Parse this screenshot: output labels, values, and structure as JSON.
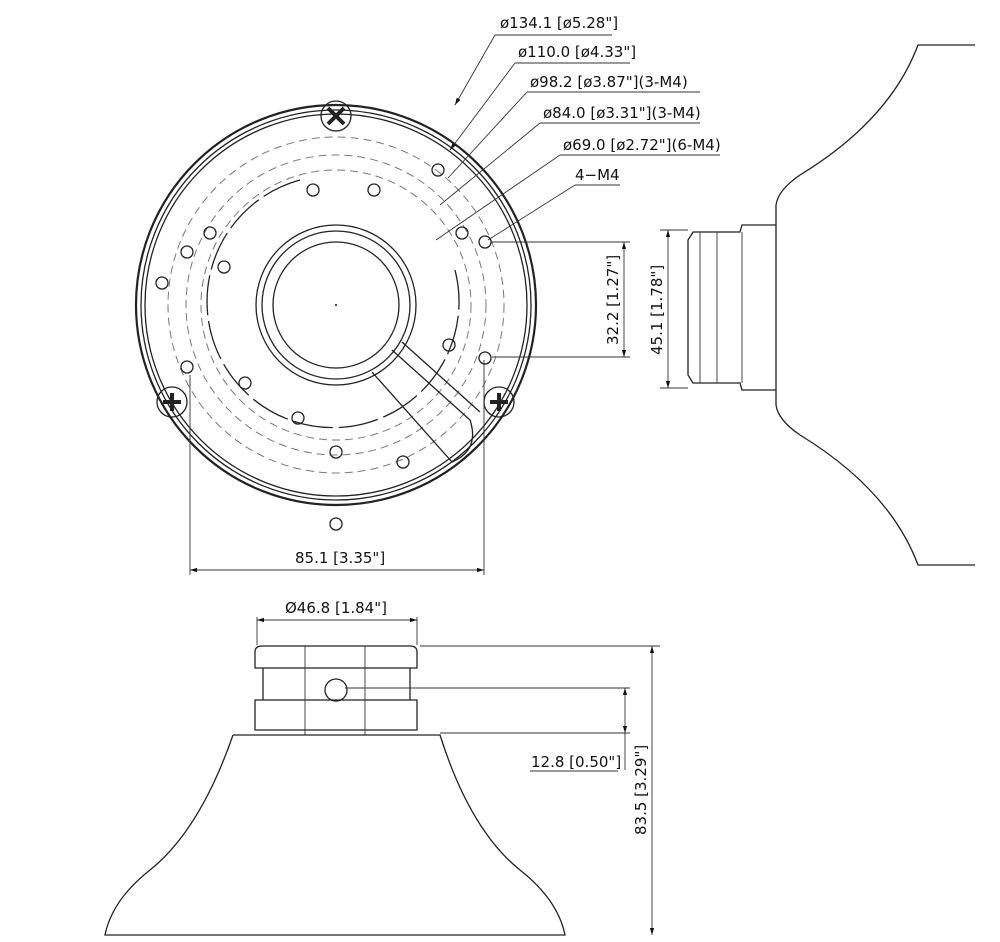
{
  "top_view": {
    "callouts": [
      {
        "text": "ø134.1 [ø5.28\"]"
      },
      {
        "text": "ø110.0 [ø4.33\"]"
      },
      {
        "text": "ø98.2 [ø3.87\"](3-M4)"
      },
      {
        "text": "ø84.0 [ø3.31\"](3-M4)"
      },
      {
        "text": "ø69.0 [ø2.72\"](6-M4)"
      },
      {
        "text": "4−M4"
      }
    ],
    "width_dim": "85.1 [3.35\"]",
    "height_dim": "32.2 [1.27\"]"
  },
  "side_view": {
    "height_dim": "45.1 [1.78\"]"
  },
  "front_view": {
    "top_dim": "Ø46.8 [1.84\"]",
    "offset_dim": "12.8 [0.50\"]",
    "total_dim": "83.5 [3.29\"]"
  }
}
